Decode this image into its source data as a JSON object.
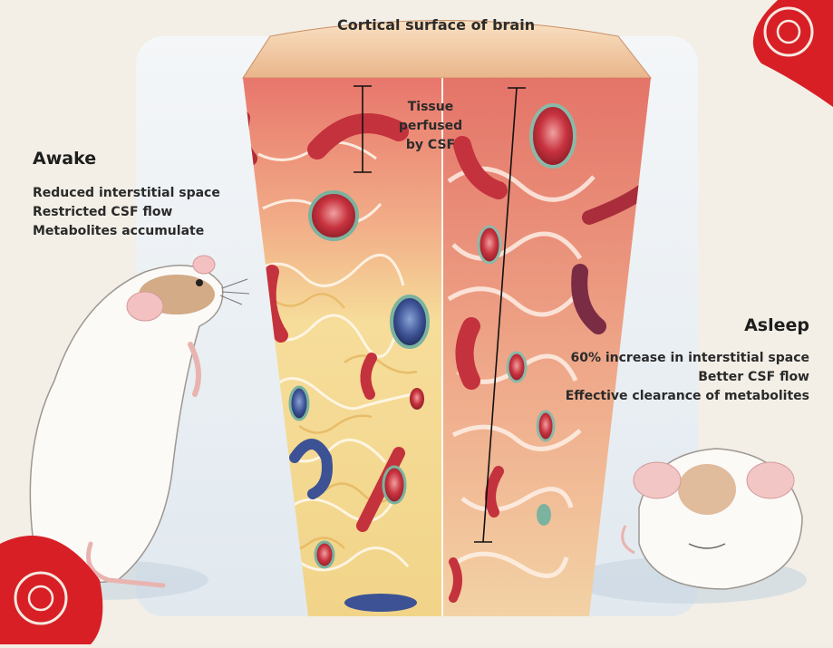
{
  "top_label": "Cortical surface of brain",
  "tissue_label": {
    "line1": "Tissue perfused",
    "line2": "by CSF"
  },
  "awake": {
    "title": "Awake",
    "lines": [
      "Reduced interstitial space",
      "Restricted CSF flow",
      "Metabolites accumulate"
    ]
  },
  "asleep": {
    "title": "Asleep",
    "lines": [
      "60% increase in interstitial space",
      "Better CSF flow",
      "Effective clearance of metabolites"
    ]
  },
  "colors": {
    "panel_bg": "#e7eef4",
    "cortex_top": "#f2c79c",
    "tissue_red": "#e07a6c",
    "tissue_yellow": "#f2d48a",
    "vessel": "#b8333b",
    "vein": "#3a4e8c",
    "ornament": "#d81f26"
  },
  "icons": [
    "awake-mouse-icon",
    "asleep-mouse-icon",
    "ornament-icon"
  ]
}
